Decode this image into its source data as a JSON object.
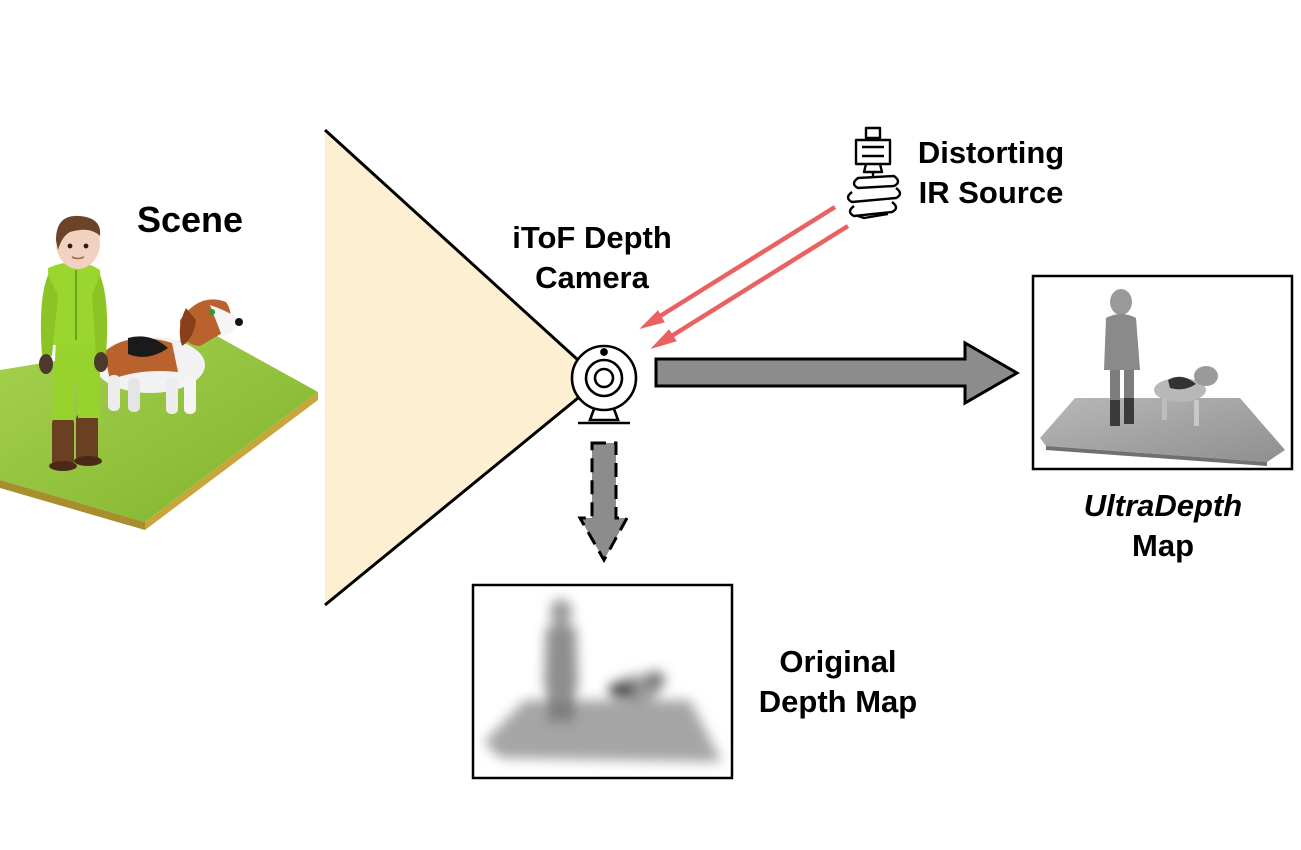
{
  "labels": {
    "scene": "Scene",
    "camera_line1": "iToF Depth",
    "camera_line2": "Camera",
    "ir_line1": "Distorting",
    "ir_line2": "IR Source",
    "ultra_line1": "UltraDepth",
    "ultra_line2": "Map",
    "orig_line1": "Original",
    "orig_line2": "Depth Map"
  },
  "icons": {
    "camera": "webcam-icon",
    "ir_source": "light-bulb-icon"
  },
  "colors": {
    "frustum_fill": "#fdf0d2",
    "ir_rays": "#e96161",
    "arrow_fill": "#8c8c8c",
    "grass": "#8fc43c",
    "jacket": "#9ad62e",
    "dog_brown": "#b9622e"
  }
}
